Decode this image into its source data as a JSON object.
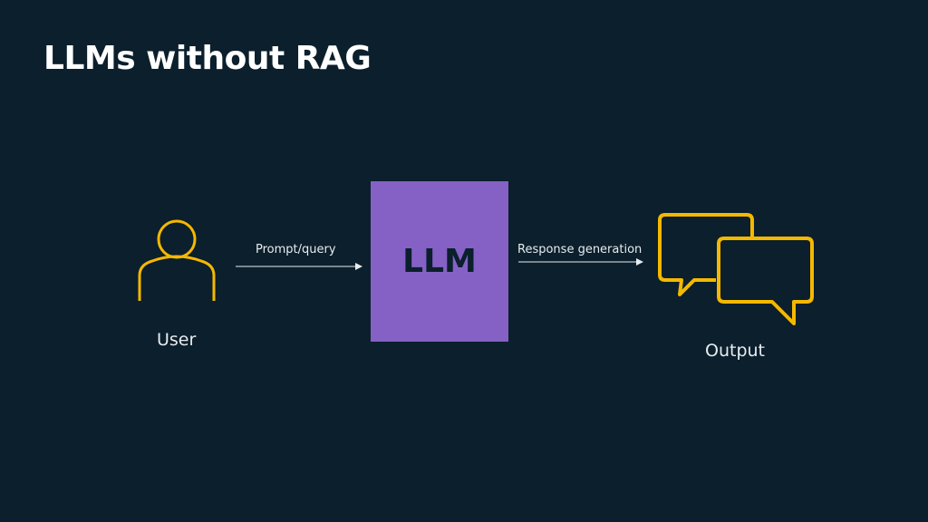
{
  "title": "LLMs without RAG",
  "colors": {
    "background": "#0b1f2c",
    "accent": "#f5b800",
    "llm_box": "#8561c5",
    "arrow": "#e8ecef"
  },
  "nodes": {
    "user": {
      "label": "User",
      "icon": "user-icon"
    },
    "llm": {
      "label": "LLM"
    },
    "output": {
      "label": "Output",
      "icon": "chat-bubbles-icon"
    }
  },
  "edges": [
    {
      "from": "user",
      "to": "llm",
      "label": "Prompt/query"
    },
    {
      "from": "llm",
      "to": "output",
      "label": "Response generation"
    }
  ]
}
